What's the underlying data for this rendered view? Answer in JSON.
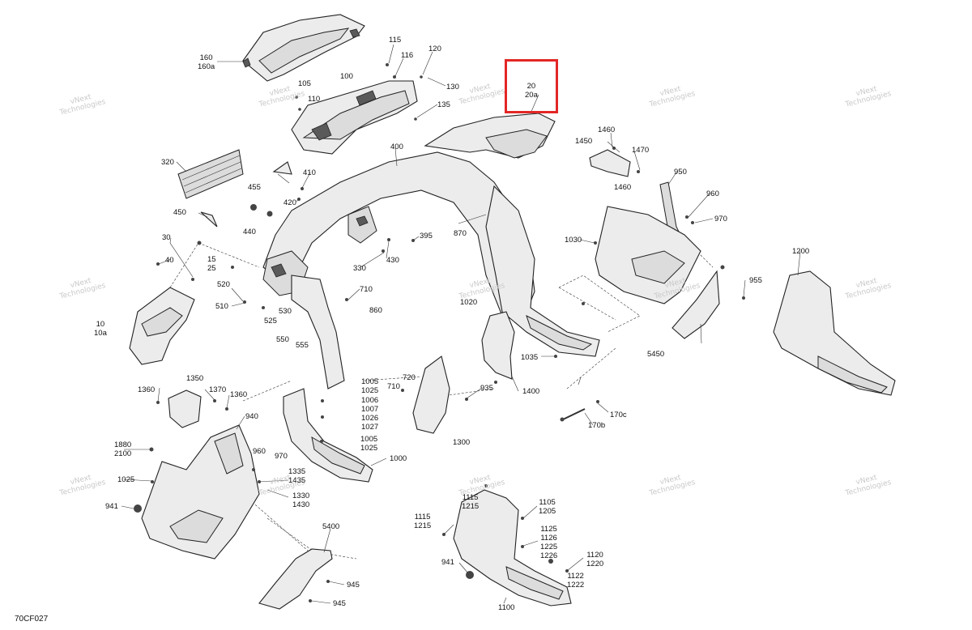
{
  "diagram_code": "70CF027",
  "watermark_text": "vNext\nTechnologies",
  "highlighted_label": "20\n20a",
  "labels": [
    {
      "key": "l160",
      "text": "160\n160a"
    },
    {
      "key": "l115",
      "text": "115"
    },
    {
      "key": "l116",
      "text": "116"
    },
    {
      "key": "l120",
      "text": "120"
    },
    {
      "key": "l130",
      "text": "130"
    },
    {
      "key": "l105",
      "text": "105"
    },
    {
      "key": "l100",
      "text": "100"
    },
    {
      "key": "l110",
      "text": "110"
    },
    {
      "key": "l135",
      "text": "135"
    },
    {
      "key": "l1460a",
      "text": "1460"
    },
    {
      "key": "l1450",
      "text": "1450"
    },
    {
      "key": "l1470",
      "text": "1470"
    },
    {
      "key": "l1460b",
      "text": "1460"
    },
    {
      "key": "l950",
      "text": "950"
    },
    {
      "key": "l960a",
      "text": "960"
    },
    {
      "key": "l970a",
      "text": "970"
    },
    {
      "key": "l320",
      "text": "320"
    },
    {
      "key": "l400",
      "text": "400"
    },
    {
      "key": "l455",
      "text": "455"
    },
    {
      "key": "l410",
      "text": "410"
    },
    {
      "key": "l420",
      "text": "420"
    },
    {
      "key": "l450",
      "text": "450"
    },
    {
      "key": "l440",
      "text": "440"
    },
    {
      "key": "l870",
      "text": "870"
    },
    {
      "key": "l395",
      "text": "395"
    },
    {
      "key": "l1030",
      "text": "1030"
    },
    {
      "key": "l30",
      "text": "30"
    },
    {
      "key": "l40",
      "text": "40"
    },
    {
      "key": "l15",
      "text": "15\n25"
    },
    {
      "key": "l330",
      "text": "330"
    },
    {
      "key": "l430",
      "text": "430"
    },
    {
      "key": "l1200",
      "text": "1200"
    },
    {
      "key": "l520",
      "text": "520"
    },
    {
      "key": "l510",
      "text": "510"
    },
    {
      "key": "l530",
      "text": "530"
    },
    {
      "key": "l525",
      "text": "525"
    },
    {
      "key": "l710a",
      "text": "710"
    },
    {
      "key": "l860",
      "text": "860"
    },
    {
      "key": "l955",
      "text": "955"
    },
    {
      "key": "l1020",
      "text": "1020"
    },
    {
      "key": "l10",
      "text": "10\n10a"
    },
    {
      "key": "l550",
      "text": "550"
    },
    {
      "key": "l555",
      "text": "555"
    },
    {
      "key": "l5450",
      "text": "5450"
    },
    {
      "key": "l1035",
      "text": "1035"
    },
    {
      "key": "l1400",
      "text": "1400"
    },
    {
      "key": "l1360a",
      "text": "1360"
    },
    {
      "key": "l1350",
      "text": "1350"
    },
    {
      "key": "l1370",
      "text": "1370"
    },
    {
      "key": "l1360b",
      "text": "1360"
    },
    {
      "key": "l720",
      "text": "720"
    },
    {
      "key": "l710b",
      "text": "710"
    },
    {
      "key": "l1005a",
      "text": "1005\n1025"
    },
    {
      "key": "l1006",
      "text": "1006\n1007\n1026\n1027"
    },
    {
      "key": "l935",
      "text": "935"
    },
    {
      "key": "l170c",
      "text": "170c"
    },
    {
      "key": "l170b",
      "text": "170b"
    },
    {
      "key": "l940",
      "text": "940"
    },
    {
      "key": "l1300",
      "text": "1300"
    },
    {
      "key": "l1005b",
      "text": "1005\n1025"
    },
    {
      "key": "l1880",
      "text": "1880\n2100"
    },
    {
      "key": "l960b",
      "text": "960"
    },
    {
      "key": "l970b",
      "text": "970"
    },
    {
      "key": "l1000",
      "text": "1000"
    },
    {
      "key": "l1025",
      "text": "1025"
    },
    {
      "key": "l1335",
      "text": "1335\n1435"
    },
    {
      "key": "l1330",
      "text": "1330\n1430"
    },
    {
      "key": "l941a",
      "text": "941"
    },
    {
      "key": "l1115a",
      "text": "1115\n1215"
    },
    {
      "key": "l1105",
      "text": "1105\n1205"
    },
    {
      "key": "l1115b",
      "text": "1115\n1215"
    },
    {
      "key": "l5400",
      "text": "5400"
    },
    {
      "key": "l1125",
      "text": "1125\n1126\n1225\n1226"
    },
    {
      "key": "l941b",
      "text": "941"
    },
    {
      "key": "l1120",
      "text": "1120\n1220"
    },
    {
      "key": "l1122",
      "text": "1122\n1222"
    },
    {
      "key": "l945a",
      "text": "945"
    },
    {
      "key": "l945b",
      "text": "945"
    },
    {
      "key": "l1100",
      "text": "1100"
    }
  ]
}
